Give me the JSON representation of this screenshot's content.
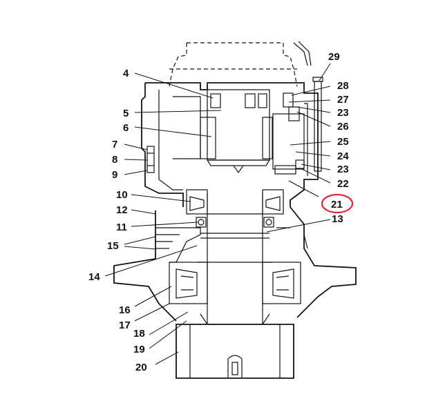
{
  "callouts": [
    {
      "id": "4",
      "text": "4"
    },
    {
      "id": "5",
      "text": "5"
    },
    {
      "id": "6",
      "text": "6"
    },
    {
      "id": "7",
      "text": "7"
    },
    {
      "id": "8",
      "text": "8"
    },
    {
      "id": "9",
      "text": "9"
    },
    {
      "id": "10",
      "text": "10"
    },
    {
      "id": "11",
      "text": "11"
    },
    {
      "id": "12",
      "text": "12"
    },
    {
      "id": "13",
      "text": "13"
    },
    {
      "id": "14",
      "text": "14"
    },
    {
      "id": "15",
      "text": "15"
    },
    {
      "id": "16",
      "text": "16"
    },
    {
      "id": "17",
      "text": "17"
    },
    {
      "id": "18",
      "text": "18"
    },
    {
      "id": "19",
      "text": "19"
    },
    {
      "id": "20",
      "text": "20"
    },
    {
      "id": "21",
      "text": "21"
    },
    {
      "id": "22",
      "text": "22"
    },
    {
      "id": "23a",
      "text": "23"
    },
    {
      "id": "23b",
      "text": "23"
    },
    {
      "id": "24",
      "text": "24"
    },
    {
      "id": "25",
      "text": "25"
    },
    {
      "id": "26",
      "text": "26"
    },
    {
      "id": "27",
      "text": "27"
    },
    {
      "id": "28",
      "text": "28"
    },
    {
      "id": "29",
      "text": "29"
    }
  ],
  "highlight": {
    "callout": "21",
    "color": "#e0282e"
  },
  "line_color": "#111111"
}
